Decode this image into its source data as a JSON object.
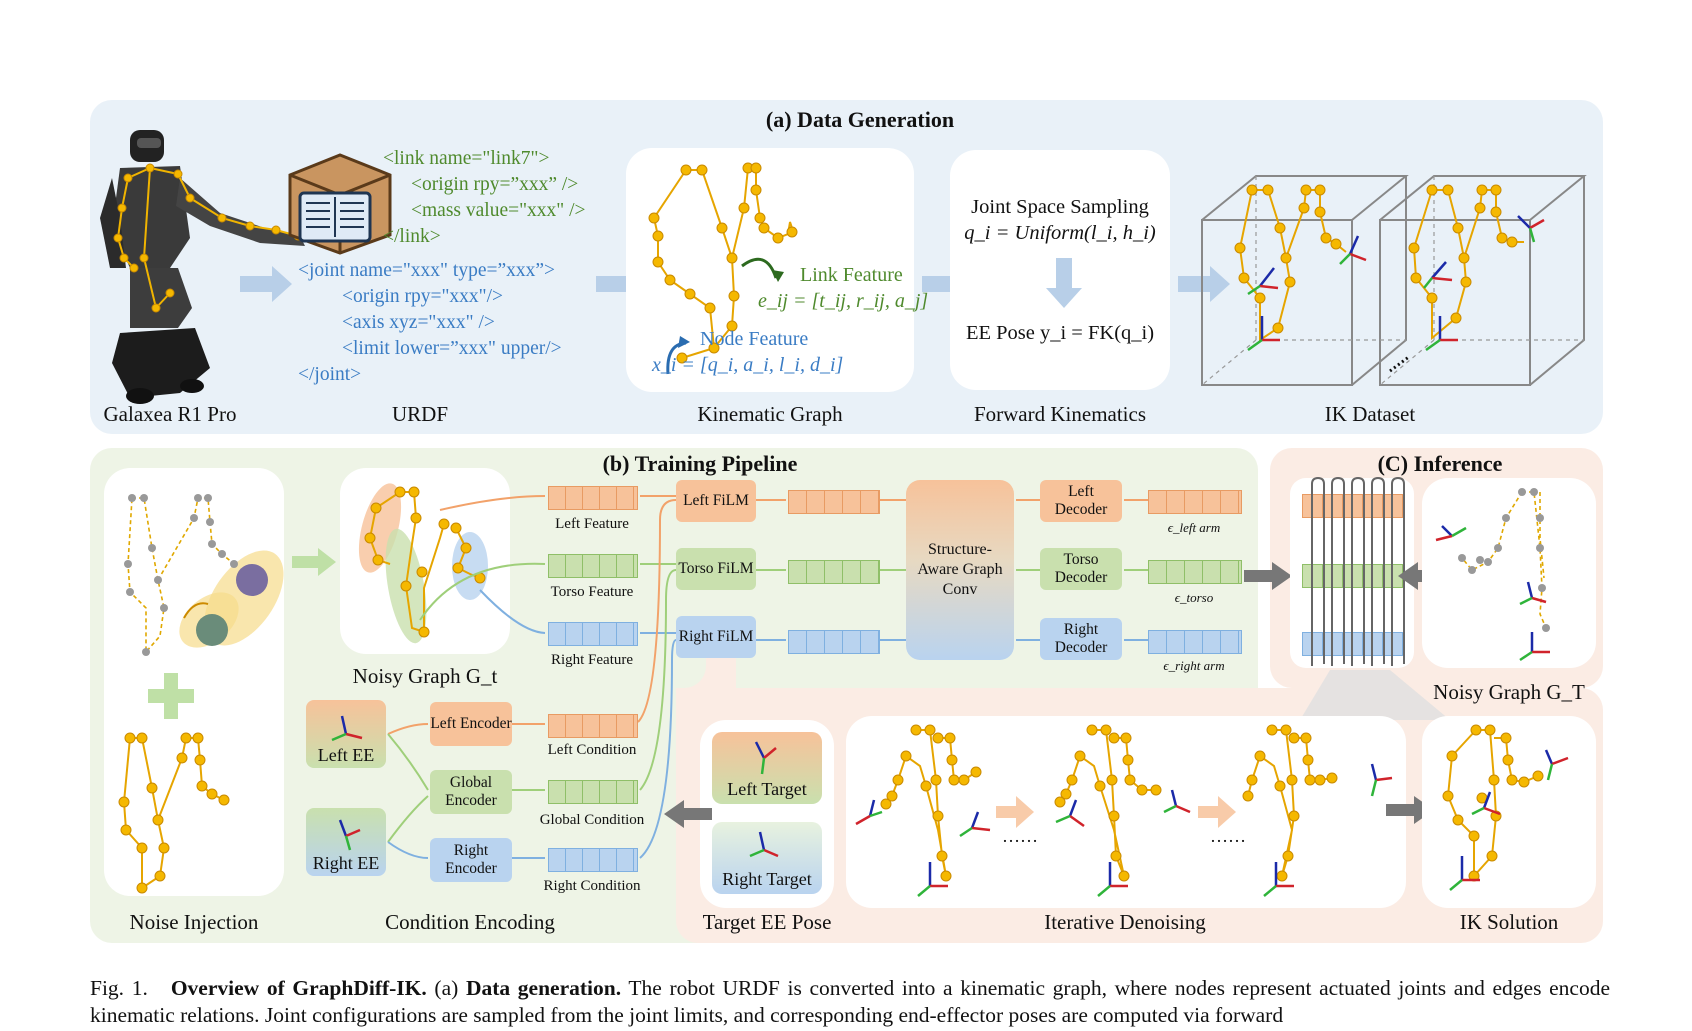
{
  "panels": {
    "a_title": "(a) Data Generation",
    "b_title": "(b) Training Pipeline",
    "c_title": "(C) Inference"
  },
  "data_gen": {
    "robot_label": "Galaxea R1 Pro",
    "urdf_label": "URDF",
    "graph_label": "Kinematic Graph",
    "fk_label": "Forward Kinematics",
    "dataset_label": "IK Dataset",
    "urdf_link_lines": [
      "<link name=\"link7\">",
      "<origin rpy=”xxx” />",
      "<mass value=\"xxx\" />",
      "</link>"
    ],
    "urdf_joint_lines": [
      "<joint name=\"xxx\" type=”xxx”>",
      "<origin rpy=\"xxx\"/>",
      "<axis xyz=\"xxx\" />",
      "<limit lower=”xxx\" upper/>",
      "</joint>"
    ],
    "link_feature": "Link Feature",
    "link_formula": "e_ij = [t_ij, r_ij, a_j]",
    "node_feature": "Node Feature",
    "node_formula": "x_i = [q_i, a_i, l_i, d_i]",
    "fk_sampling": "Joint Space Sampling",
    "fk_sampling_formula": "q_i = Uniform(l_i, h_i)",
    "fk_pose": "EE Pose y_i = FK(q_i)"
  },
  "training": {
    "noise_label": "Noise Injection",
    "noisy_graph_label": "Noisy Graph G_t",
    "cond_label": "Condition Encoding",
    "features": [
      "Left Feature",
      "Torso Feature",
      "Right Feature"
    ],
    "films": [
      "Left FiLM",
      "Torso FiLM",
      "Right FiLM"
    ],
    "structure_conv": "Structure-Aware Graph Conv",
    "decoders": [
      "Left Decoder",
      "Torso Decoder",
      "Right Decoder"
    ],
    "eps": [
      "ϵ_left arm",
      "ϵ_torso",
      "ϵ_right arm"
    ],
    "ee_left": "Left EE",
    "ee_right": "Right EE",
    "encoders": [
      "Left Encoder",
      "Global Encoder",
      "Right Encoder"
    ],
    "conditions": [
      "Left Condition",
      "Global Condition",
      "Right Condition"
    ]
  },
  "inference": {
    "noisy_graph_label": "Noisy Graph G_T",
    "target_label": "Target EE Pose",
    "left_target": "Left Target",
    "right_target": "Right Target",
    "denoise_label": "Iterative Denoising",
    "solution_label": "IK Solution",
    "dots": "……"
  },
  "caption": {
    "prefix": "Fig. 1.",
    "bold1": "Overview of GraphDiff-IK.",
    "a": "(a)",
    "bold2": "Data generation.",
    "text": "The robot URDF is converted into a kinematic graph, where nodes represent actuated joints and edges encode kinematic relations. Joint configurations are sampled from the joint limits, and corresponding end-effector poses are computed via forward"
  },
  "colors": {
    "panel_a": "#e9f1f8",
    "panel_b": "#eef4e6",
    "panel_c": "#fbece4",
    "orange": "#f7c29a",
    "green": "#c9e0ae",
    "blue": "#b9d3ef",
    "joint": "#f5b800",
    "link": "#e6a500",
    "code_green": "#4f8a2d",
    "code_blue": "#3a7cc4"
  }
}
